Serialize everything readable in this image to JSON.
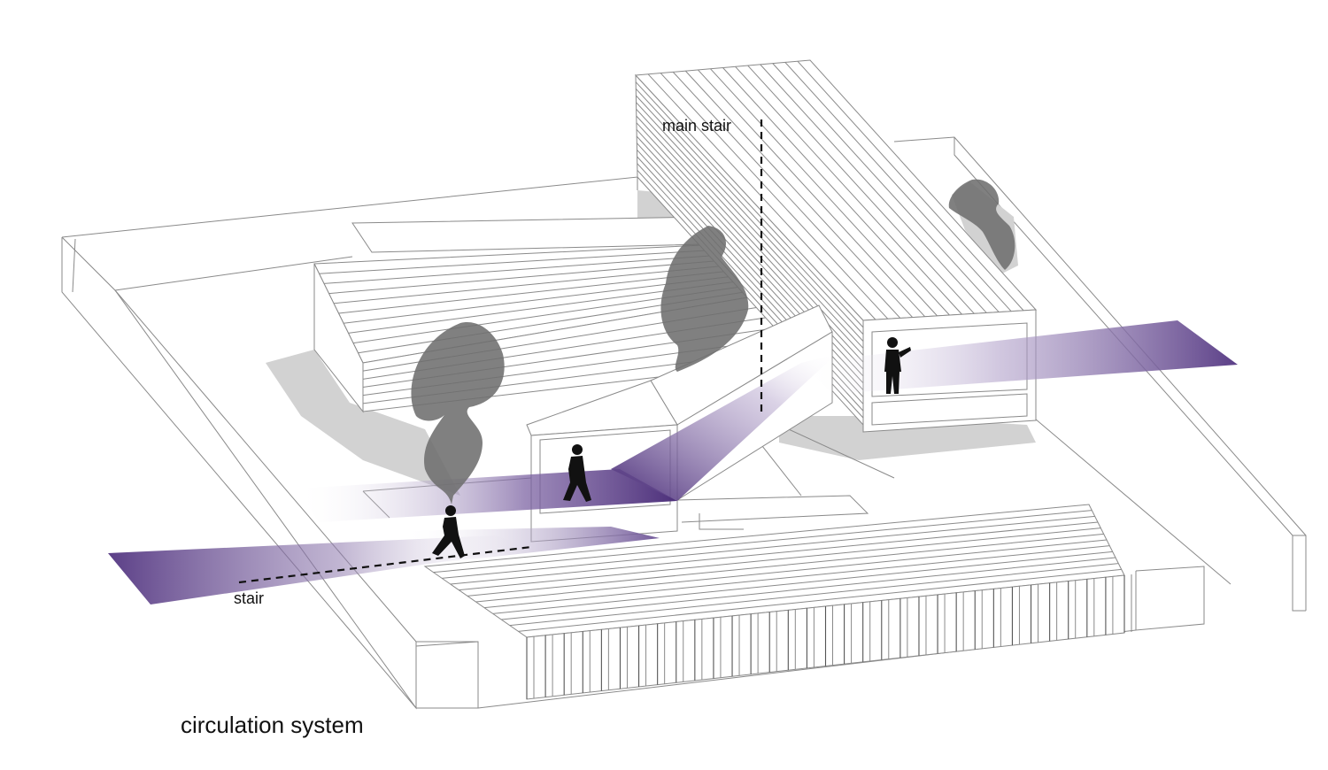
{
  "labels": {
    "main_stair": "main stair",
    "stair": "stair",
    "caption": "circulation system"
  },
  "colors": {
    "circulation_path": "#5b3f87",
    "shadow": "#cfcfcf",
    "tree": "#6e6e6e",
    "line": "#8a8a8a"
  },
  "icons": [
    "tree-icon",
    "person-silhouette-icon"
  ]
}
